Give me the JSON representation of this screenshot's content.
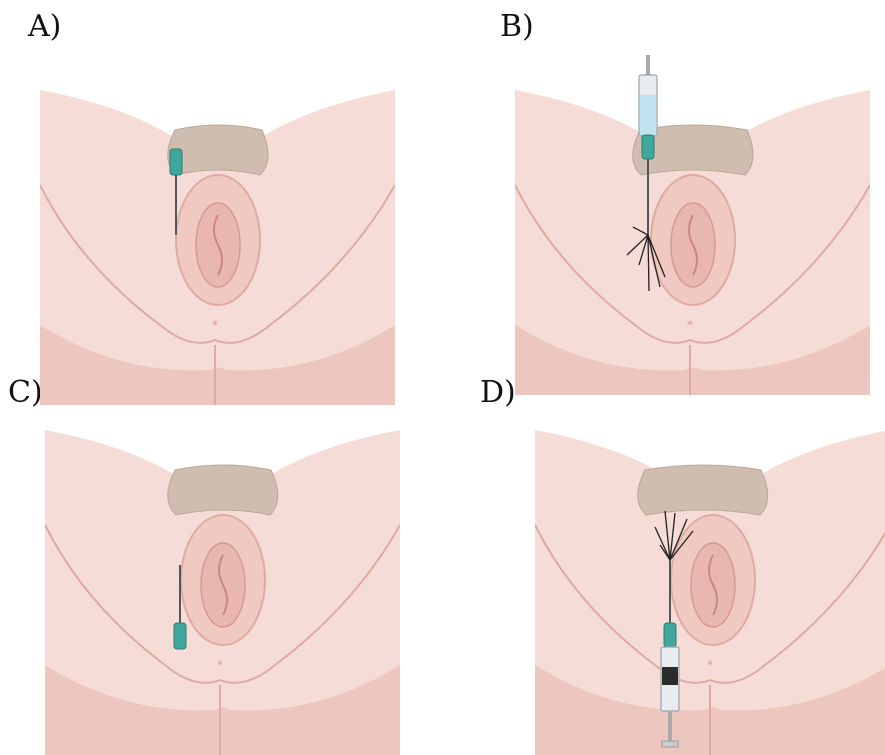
{
  "panels": [
    {
      "id": "a",
      "label": "A)"
    },
    {
      "id": "b",
      "label": "B)"
    },
    {
      "id": "c",
      "label": "C)"
    },
    {
      "id": "d",
      "label": "D)"
    }
  ],
  "colors": {
    "skin": "#f6dcd6",
    "skin_shadow": "#ecc6bf",
    "skin_line": "#deaaa2",
    "hair": "#b9a79a",
    "needle_hub": "#3fa79b",
    "needle_shaft": "#555555",
    "syringe_barrel": "#e8ecef",
    "syringe_fluid": "#bfe3ef",
    "syringe_dark_fluid": "#2b2b2b"
  }
}
